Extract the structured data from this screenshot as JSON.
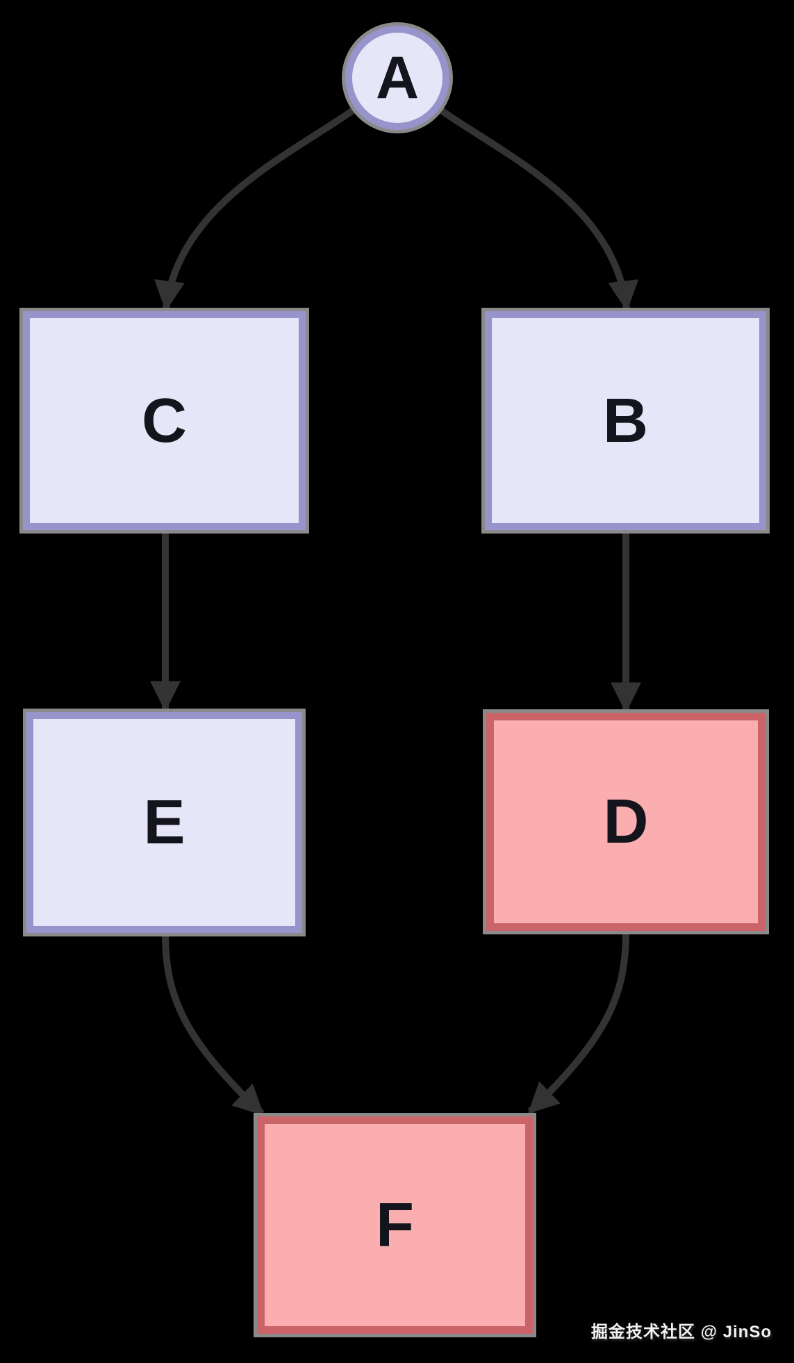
{
  "page": {
    "background": "#000000"
  },
  "diagram": {
    "nodes": [
      {
        "id": "A",
        "label": "A",
        "shape": "circle",
        "variant": "lavender"
      },
      {
        "id": "B",
        "label": "B",
        "shape": "rect",
        "variant": "lavender"
      },
      {
        "id": "C",
        "label": "C",
        "shape": "rect",
        "variant": "lavender"
      },
      {
        "id": "D",
        "label": "D",
        "shape": "rect",
        "variant": "red"
      },
      {
        "id": "E",
        "label": "E",
        "shape": "rect",
        "variant": "lavender"
      },
      {
        "id": "F",
        "label": "F",
        "shape": "rect",
        "variant": "red"
      }
    ],
    "edges": [
      {
        "from": "A",
        "to": "C"
      },
      {
        "from": "A",
        "to": "B"
      },
      {
        "from": "C",
        "to": "E"
      },
      {
        "from": "B",
        "to": "D"
      },
      {
        "from": "E",
        "to": "F"
      },
      {
        "from": "D",
        "to": "F"
      }
    ],
    "colors": {
      "lavender_fill": "#e7e5f8",
      "lavender_border": "#9793cb",
      "red_fill": "#fbaeb0",
      "red_border": "#cb6468",
      "node_outline": "#8a8a8a",
      "arrow": "#333333",
      "label_text": "#14141c",
      "background": "#000000"
    }
  },
  "watermark": {
    "text": "掘金技术社区 @ JinSo"
  }
}
